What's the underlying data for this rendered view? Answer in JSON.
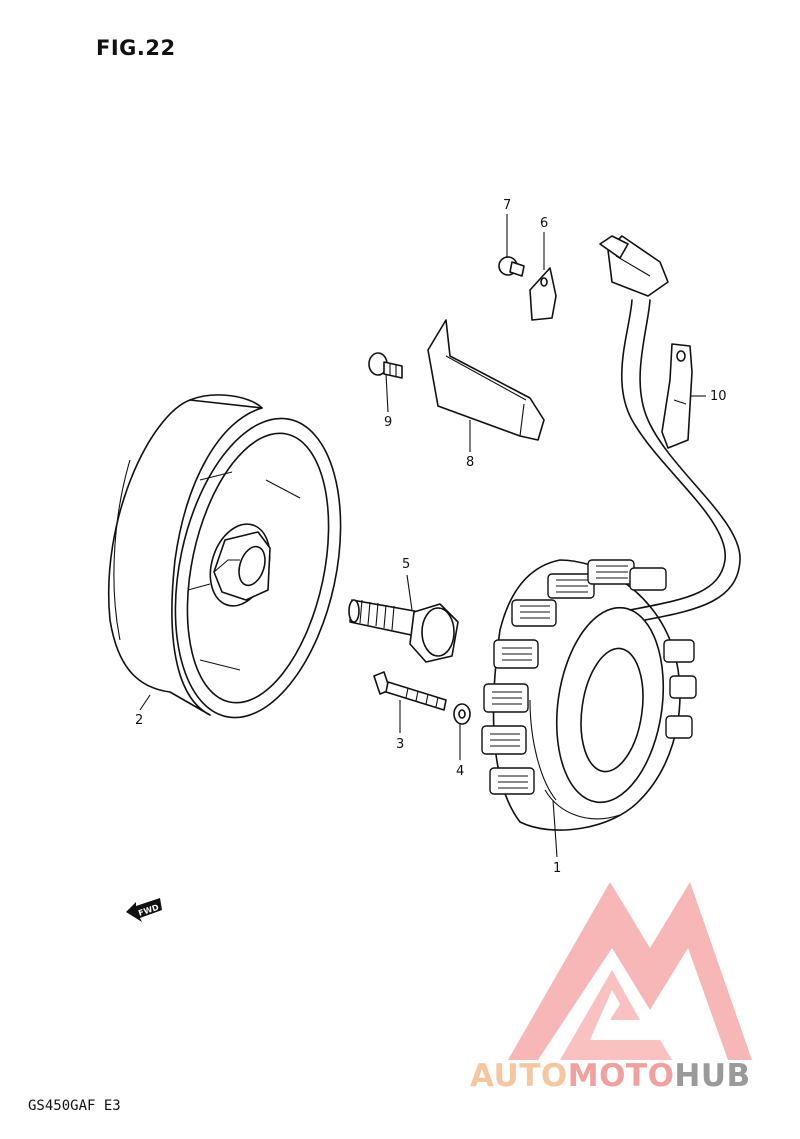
{
  "figure": {
    "title": "FIG.22",
    "model_code": "GS450GAF E3"
  },
  "parts": [
    {
      "number": "1"
    },
    {
      "number": "2"
    },
    {
      "number": "3"
    },
    {
      "number": "4"
    },
    {
      "number": "5"
    },
    {
      "number": "6"
    },
    {
      "number": "7"
    },
    {
      "number": "8"
    },
    {
      "number": "9"
    },
    {
      "number": "10"
    }
  ],
  "direction_marker": {
    "text": "FWD",
    "icon": "forward-arrow-icon"
  },
  "watermark": {
    "part1": "AUTO",
    "part2": "MOTO",
    "part3": "HUB",
    "logo_icon": "triangle-m-logo-icon",
    "colors": {
      "auto": "#f6c79e",
      "moto": "#f2a09d",
      "hub": "#9a9a9a",
      "logo": "#f28f8c"
    }
  }
}
